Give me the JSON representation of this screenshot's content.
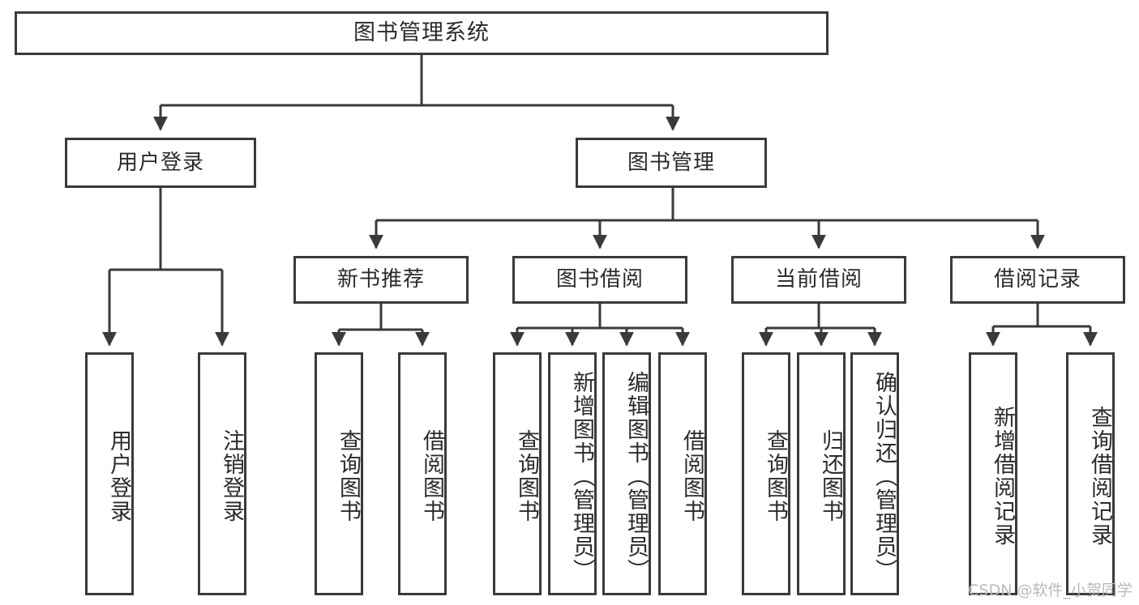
{
  "diagram": {
    "title_box": {
      "label": "图书管理系统"
    },
    "level2": [
      {
        "id": "user-login",
        "label": "用户登录"
      },
      {
        "id": "book-manage",
        "label": "图书管理"
      }
    ],
    "level3": [
      {
        "id": "new-book-recommend",
        "label": "新书推荐"
      },
      {
        "id": "book-borrow",
        "label": "图书借阅"
      },
      {
        "id": "current-borrow",
        "label": "当前借阅"
      },
      {
        "id": "borrow-record",
        "label": "借阅记录"
      }
    ],
    "leaves": {
      "user_login": [
        {
          "id": "leaf-user-login",
          "label": "用户登录"
        },
        {
          "id": "leaf-logout",
          "label": "注销登录"
        }
      ],
      "new_book_recommend": [
        {
          "id": "leaf-query-book-1",
          "label": "查询图书"
        },
        {
          "id": "leaf-borrow-book-1",
          "label": "借阅图书"
        }
      ],
      "book_borrow": [
        {
          "id": "leaf-query-book-2",
          "label": "查询图书"
        },
        {
          "id": "leaf-add-book",
          "label": "新增图书（管理员）"
        },
        {
          "id": "leaf-edit-book",
          "label": "编辑图书（管理员）"
        },
        {
          "id": "leaf-borrow-book-2",
          "label": "借阅图书"
        }
      ],
      "current_borrow": [
        {
          "id": "leaf-query-book-3",
          "label": "查询图书"
        },
        {
          "id": "leaf-return-book",
          "label": "归还图书"
        },
        {
          "id": "leaf-confirm-return",
          "label": "确认归还（管理员）"
        }
      ],
      "borrow_record": [
        {
          "id": "leaf-add-record",
          "label": "新增借阅记录"
        },
        {
          "id": "leaf-query-record",
          "label": "查询借阅记录"
        }
      ]
    }
  },
  "watermark": {
    "text": "CSDN @软件_小贺同学"
  },
  "colors": {
    "stroke": "#3a3a3a",
    "background": "#ffffff",
    "text": "#2b2b2b",
    "watermark": "#b9b9b9"
  }
}
